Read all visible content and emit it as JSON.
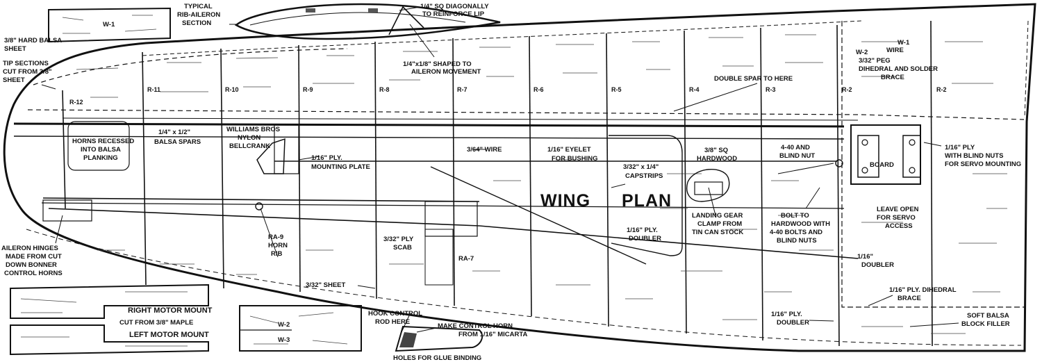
{
  "title_words": {
    "left": "WING",
    "right": "PLAN"
  },
  "callouts": {
    "w1_top": "W-1",
    "hard_balsa": [
      "3/8\" HARD BALSA",
      "SHEET"
    ],
    "typical_section": [
      "TYPICAL",
      "RIB-AILERON",
      "SECTION"
    ],
    "diag_lip": "1/4\" SQ DIAGONALLY",
    "diag_lip2": "TO REINFORCE LIP",
    "tip_sections": [
      "TIP SECTIONS",
      "CUT FROM 3/8\"",
      "SHEET"
    ],
    "shaped_aileron": [
      "1/4\"x1/8\" SHAPED TO",
      "AILERON MOVEMENT"
    ],
    "double_spar": "DOUBLE SPAR TO HERE",
    "w2_wire": [
      "W-2",
      "WIRE",
      "3/32\" PEG",
      "DIHEDRAL AND SOLDER",
      "BRACE"
    ],
    "w1_right": "W-1",
    "horns_recessed": [
      "HORNS RECESSED",
      "INTO BALSA",
      "PLANKING"
    ],
    "balsa_spars": [
      "1/4\" x 1/2\"",
      "BALSA SPARS"
    ],
    "bellcrank": [
      "WILLIAMS BROS",
      "NYLON",
      "BELLCRANK"
    ],
    "mounting_plate": [
      "1/16\" PLY.",
      "MOUNTING PLATE"
    ],
    "wire": "3/64\" WIRE",
    "eyelet": [
      "1/16\" EYELET",
      "FOR BUSHING"
    ],
    "capstrips": [
      "3/32\" x 1/4\"",
      "CAPSTRIPS"
    ],
    "hardwood": [
      "3/8\" SQ",
      "HARDWOOD"
    ],
    "blind_nut": [
      "4-40 AND",
      "BLIND NUT"
    ],
    "ply_servo": [
      "1/16\" PLY",
      "WITH BLIND NUTS",
      "FOR SERVO MOUNTING"
    ],
    "landing_gear": [
      "LANDING GEAR",
      "CLAMP FROM",
      "TIN CAN STOCK"
    ],
    "ply_doubler_mid": [
      "1/16\" PLY.",
      "DOUBLER"
    ],
    "bolt_hardwood": [
      "BOLT TO",
      "HARDWOOD WITH",
      "4-40 BOLTS AND",
      "BLIND NUTS"
    ],
    "leave_open": [
      "LEAVE OPEN",
      "FOR SERVO",
      "ACCESS"
    ],
    "aileron_hinges": [
      "AILERON HINGES",
      "MADE FROM CUT",
      "DOWN BONNER",
      "CONTROL HORNS"
    ],
    "horn_rib": [
      "RA-9",
      "HORN",
      "RIB"
    ],
    "ply_scab": [
      "3/32\" PLY",
      "SCAB"
    ],
    "ra7": "RA-7",
    "sheet": "3/32\" SHEET",
    "ply_doubler_right": [
      "1/16\"",
      "DOUBLER"
    ],
    "dihedral_brace": [
      "1/16\" PLY. DIHEDRAL",
      "BRACE"
    ],
    "ply_doubler_low": [
      "1/16\" PLY.",
      "DOUBLER"
    ],
    "soft_balsa": [
      "SOFT BALSA",
      "BLOCK FILLER"
    ],
    "right_mount": "RIGHT MOTOR MOUNT",
    "cut_maple": "CUT FROM 3/8\" MAPLE",
    "left_mount": "LEFT MOTOR MOUNT",
    "w2": "W-2",
    "w3": "W-3",
    "hook_control": [
      "HOOK CONTROL",
      "ROD HERE"
    ],
    "control_horn": [
      "MAKE CONTROL HORN",
      "FROM 1/16\" MICARTA"
    ],
    "glue_holes": "HOLES FOR GLUE BINDING",
    "servo_box": "BOARD"
  },
  "ribs": [
    "R-12",
    "R-11",
    "R-10",
    "R-9",
    "R-8",
    "R-7",
    "R-6",
    "R-5",
    "R-4",
    "R-3",
    "R-2",
    "R-2"
  ]
}
